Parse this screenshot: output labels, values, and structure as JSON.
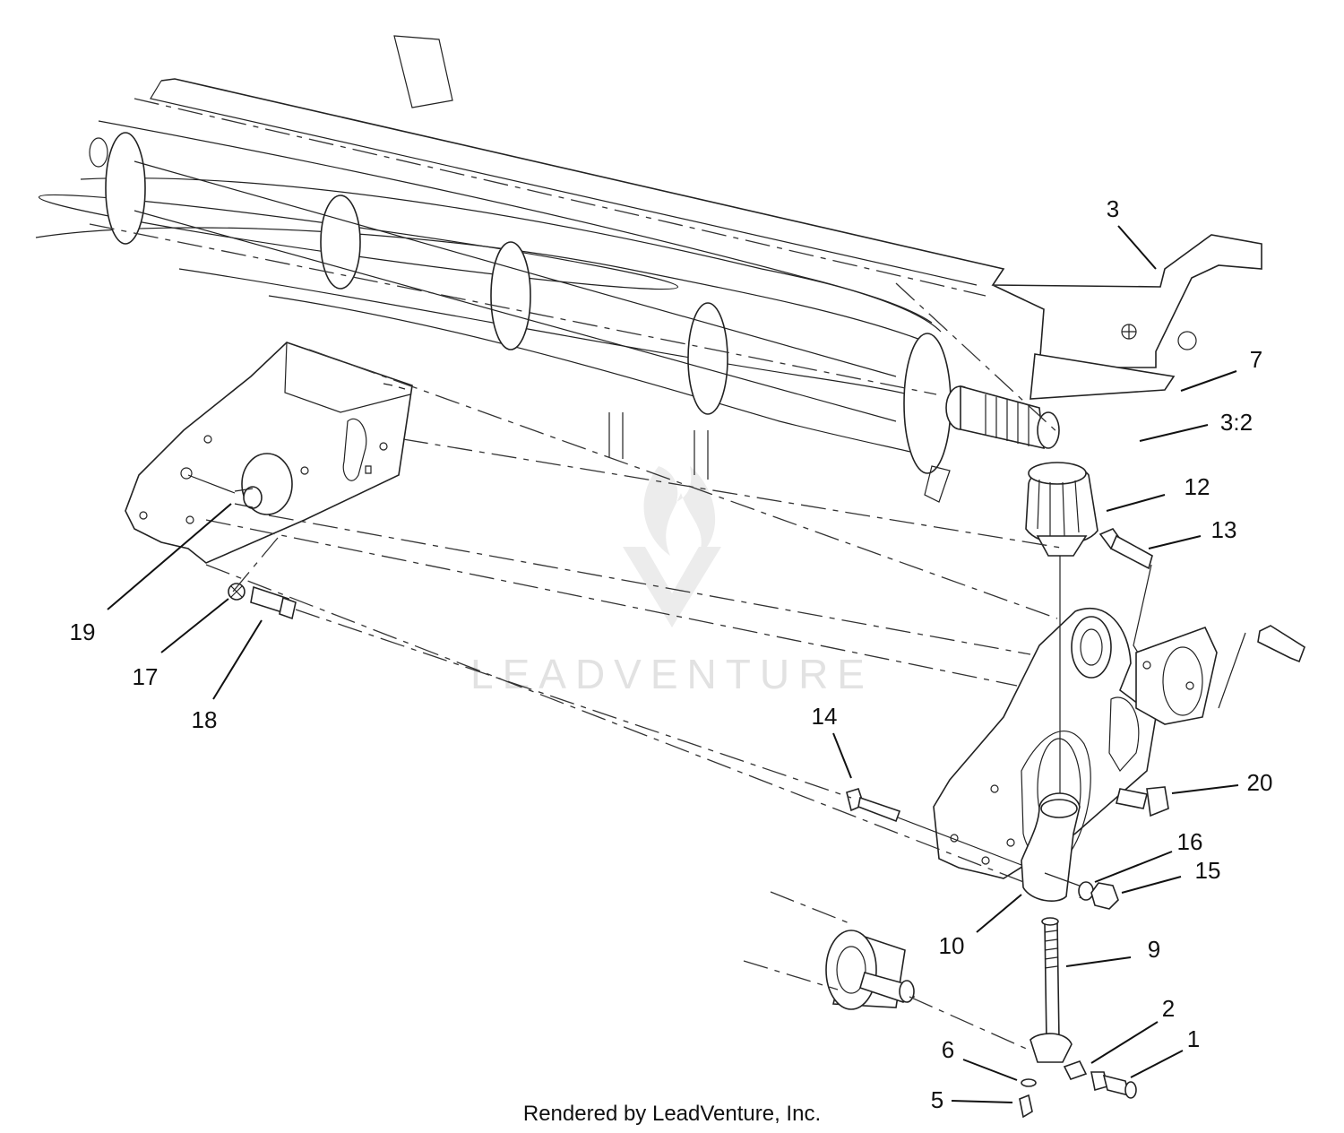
{
  "callouts": [
    "1",
    "2",
    "3",
    "3:2",
    "5",
    "6",
    "7",
    "9",
    "10",
    "12",
    "13",
    "14",
    "15",
    "16",
    "17",
    "18",
    "19",
    "20"
  ],
  "watermark": "LEADVENTURE",
  "footer": "Rendered by LeadVenture, Inc."
}
